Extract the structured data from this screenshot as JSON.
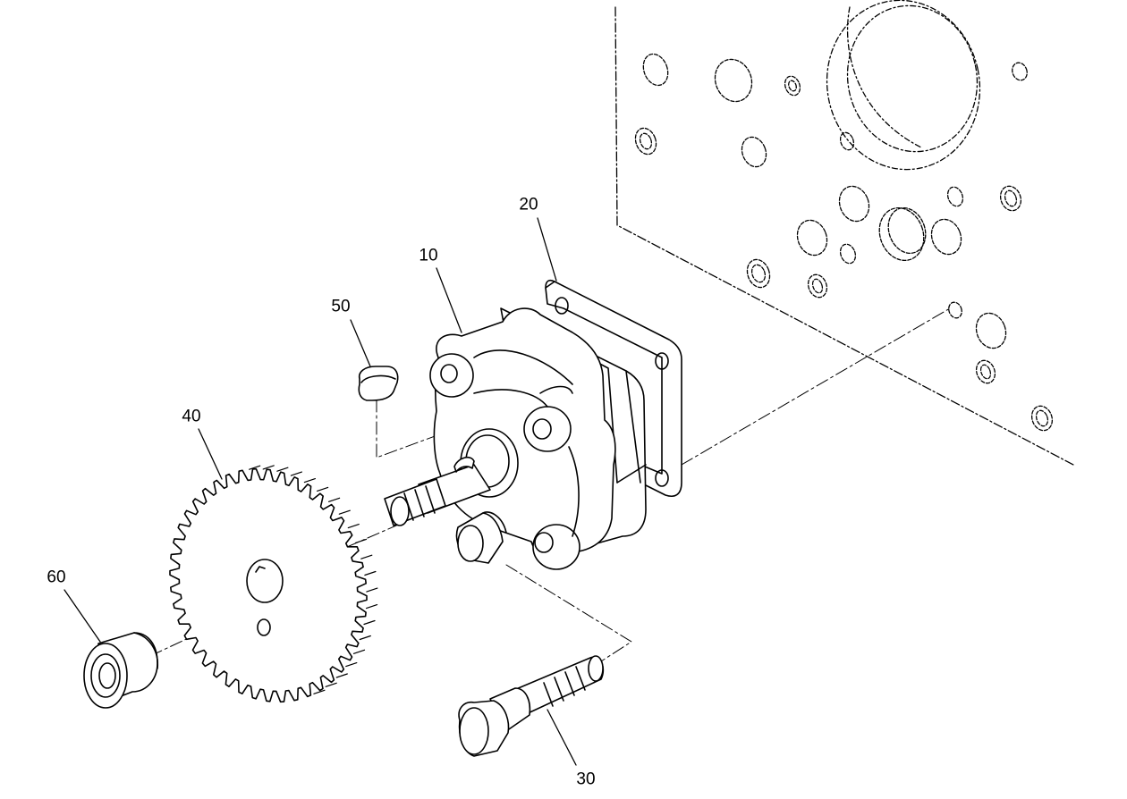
{
  "diagram": {
    "line_color": "#000000",
    "background": "#ffffff",
    "parts": [
      {
        "id": "p10",
        "number": "10",
        "part": "oil-pump-body"
      },
      {
        "id": "p20",
        "number": "20",
        "part": "gasket"
      },
      {
        "id": "p30",
        "number": "30",
        "part": "bolt"
      },
      {
        "id": "p40",
        "number": "40",
        "part": "spur-gear"
      },
      {
        "id": "p50",
        "number": "50",
        "part": "woodruff-key"
      },
      {
        "id": "p60",
        "number": "60",
        "part": "flange-nut"
      }
    ]
  }
}
